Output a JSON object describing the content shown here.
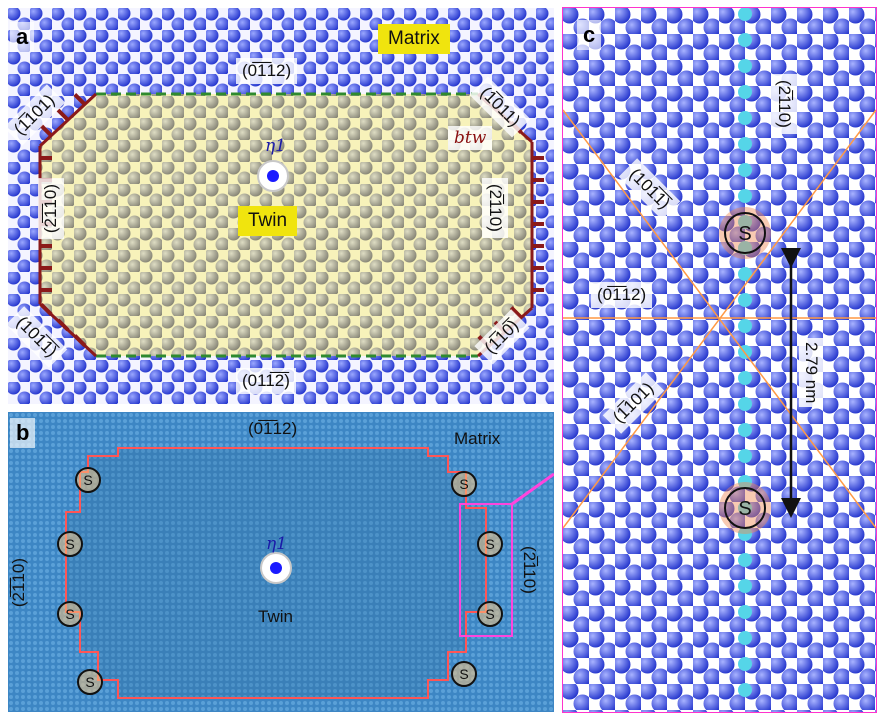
{
  "panel_a": {
    "letter": "a",
    "matrix_label": "Matrix",
    "twin_label": "Twin",
    "eta_label": "η1",
    "btw_label": "btw",
    "planes": {
      "top": "(0̅1̅12)",
      "bottom": "(011̅2̅)",
      "left": "(2̅1̅10)",
      "right": "(2̅110)",
      "top_left": "(1̅101)",
      "top_right": "(1̅011)",
      "bottom_left": "(101̅1̅)",
      "bottom_right": "(1̅10̅)"
    },
    "colors": {
      "atom": "#2233cc",
      "twin_fill": "#f2ea9a",
      "boundary_dash": "#2f8a2f",
      "dislocation": "#8b1a1a"
    }
  },
  "panel_b": {
    "letter": "b",
    "matrix_label": "Matrix",
    "twin_label": "Twin",
    "eta_label": "η1",
    "top_plane": "(0̅1̅12)",
    "left_plane": "(2̅1̅10)",
    "right_plane": "(2̅110)",
    "step_label": "S",
    "colors": {
      "background": "#3d86c4",
      "boundary": "#ff5555",
      "box": "#ff44dd"
    }
  },
  "panel_c": {
    "letter": "c",
    "plane_top": "(2̅110)",
    "plane_diag": "(101̅1̅)",
    "plane_mid": "(0̅1̅12)",
    "plane_low": "(1̅101)",
    "step_label": "S",
    "distance": "2.79 nm",
    "colors": {
      "border": "#ff33cc",
      "line": "#ff9944"
    }
  }
}
